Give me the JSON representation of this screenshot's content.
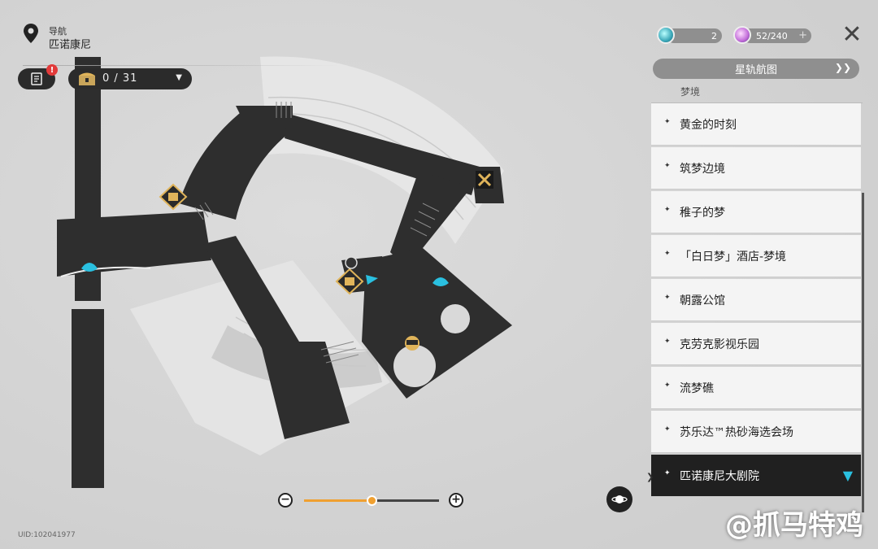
{
  "header": {
    "nav_label": "导航",
    "location": "匹诺康尼"
  },
  "toolbar": {
    "log_badge": "!",
    "chest_count": "0 / 31",
    "chest_dropdown": "▼"
  },
  "resources": [
    {
      "icon": "star-rail-pass-icon",
      "value": "2"
    },
    {
      "icon": "trailblaze-power-icon",
      "value": "52/240",
      "plus": "+"
    }
  ],
  "close_icon": "✕",
  "star_map": {
    "label": "星轨航图",
    "arrow": "❯❯"
  },
  "list": {
    "category": "梦境",
    "items": [
      "黄金的时刻",
      "筑梦边境",
      "稚子的梦",
      "「白日梦」酒店-梦境",
      "朝露公馆",
      "克劳克影视乐园",
      "流梦礁",
      "苏乐达™热砂海选会场",
      "匹诺康尼大剧院"
    ],
    "selected_index": 8,
    "bullet": "✦",
    "selected_marker": "▼",
    "pointer": "❯"
  },
  "zoom": {
    "minus": "−",
    "plus": "+",
    "level": 0.5
  },
  "planet_icon": "planet-icon",
  "uid": "UID:102041977",
  "watermark": "@抓马特鸡",
  "colors": {
    "accent": "#f0a030",
    "selected_bg": "#202020",
    "teleport": "#2ac0e0",
    "poi": "#e0b45a"
  }
}
